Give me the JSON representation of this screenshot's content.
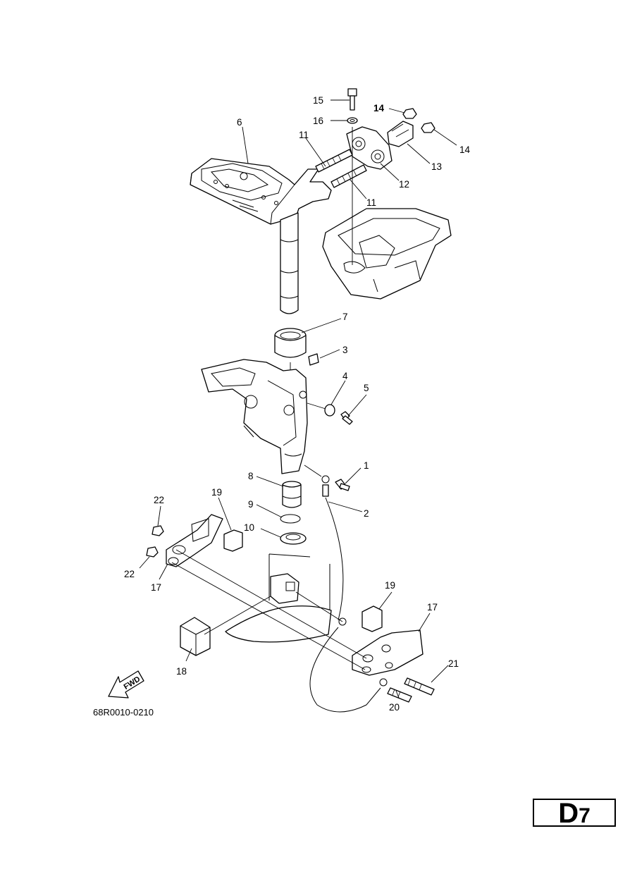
{
  "diagram": {
    "part_numbers": [
      "1",
      "2",
      "3",
      "4",
      "5",
      "6",
      "7",
      "8",
      "9",
      "10",
      "11",
      "11",
      "12",
      "13",
      "14",
      "14",
      "15",
      "16",
      "17",
      "17",
      "18",
      "19",
      "19",
      "20",
      "21",
      "22",
      "22"
    ],
    "callouts": {
      "c1": "1",
      "c2": "2",
      "c3": "3",
      "c4": "4",
      "c5": "5",
      "c6": "6",
      "c7": "7",
      "c8": "8",
      "c9": "9",
      "c10": "10",
      "c11a": "11",
      "c11b": "11",
      "c12": "12",
      "c13": "13",
      "c14a": "14",
      "c14b": "14",
      "c15": "15",
      "c16": "16",
      "c17a": "17",
      "c17b": "17",
      "c18": "18",
      "c19a": "19",
      "c19b": "19",
      "c20": "20",
      "c21": "21",
      "c22a": "22",
      "c22b": "22"
    },
    "fwd_label": "FWD",
    "drawing_code": "68R0010-0210"
  },
  "page_id": {
    "letter": "D",
    "number": "7"
  }
}
